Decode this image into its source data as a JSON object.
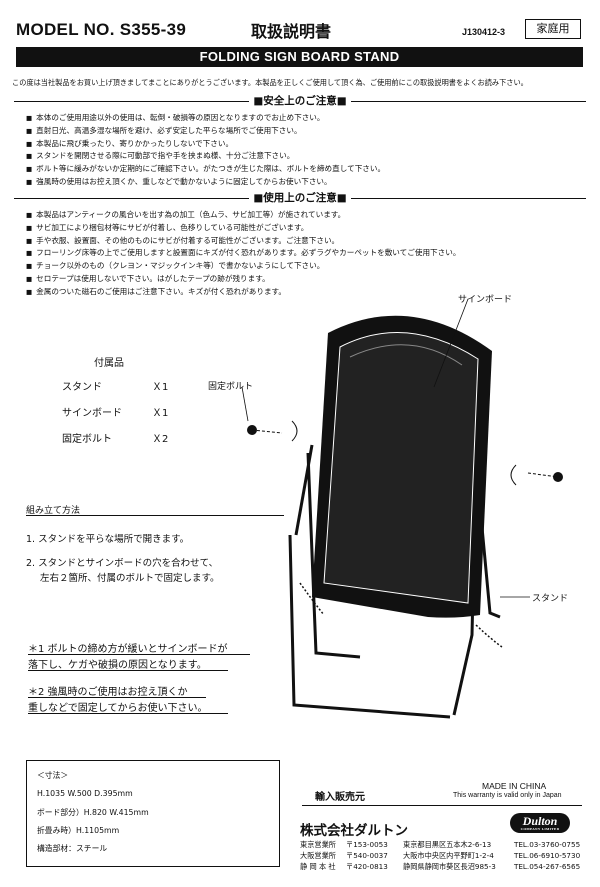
{
  "header": {
    "model": "MODEL NO. S355-39",
    "doc_title": "取扱説明書",
    "code": "J130412-3",
    "badge": "家庭用",
    "product_name": "FOLDING SIGN BOARD STAND"
  },
  "intro": "この度は当社製品をお買い上げ頂きましてまことにありがとうございます。本製品を正しくご使用して頂く為、ご使用前にこの取扱説明書をよくお読み下さい。",
  "safety": {
    "title": "■安全上のご注意■",
    "items": [
      "本体のご使用用途以外の使用は、転倒・破損等の原因となりますのでお止め下さい。",
      "直射日光、高温多湿な場所を避け、必ず安定した平らな場所でご使用下さい。",
      "本製品に飛び乗ったり、寄りかかったりしないで下さい。",
      "スタンドを開閉させる際に可動部で指や手を挟まぬ様、十分ご注意下さい。",
      "ボルト等に緩みがないか定期的にご確認下さい。がたつきが生じた際は、ボルトを締め直して下さい。",
      "強風時の使用はお控え頂くか、重しなどで動かないように固定してからお使い下さい。"
    ]
  },
  "usage": {
    "title": "■使用上のご注意■",
    "items": [
      "本製品はアンティークの風合いを出す為の加工（色ムラ、サビ加工等）が施されています。",
      "サビ加工により梱包材等にサビが付着し、色移りしている可能性がございます。",
      "手や衣服、設置面、その他のものにサビが付着する可能性がございます。ご注意下さい。",
      "フローリング床等の上でご使用しますと設置面にキズが付く恐れがあります。必ずラグやカーペットを敷いてご使用下さい。",
      "チョーク以外のもの（クレヨン・マジックインキ等）で書かないようにして下さい。",
      "セロテープは使用しないで下さい。はがしたテープの跡が残ります。",
      "金属のついた磁石のご使用はご注意下さい。キズが付く恐れがあります。"
    ]
  },
  "accessories": {
    "title": "付属品",
    "items": [
      {
        "name": "スタンド",
        "qty": "Ｘ1"
      },
      {
        "name": "サインボード",
        "qty": "Ｘ1"
      },
      {
        "name": "固定ボルト",
        "qty": "Ｘ2"
      }
    ]
  },
  "diagram_labels": {
    "sign_board": "サインボード",
    "bolt": "固定ボルト",
    "stand": "スタンド"
  },
  "assembly": {
    "title": "組み立て方法",
    "step1": "1. スタンドを平らな場所で開きます。",
    "step2a": "2. スタンドとサインボードの穴を合わせて、",
    "step2b": "左右２箇所、付属のボルトで固定します。"
  },
  "notes": {
    "n1a": "＊1 ボルトの締め方が緩いとサインボードが",
    "n1b": "落下し、ケガや破損の原因となります。",
    "n2a": "＊2 強風時のご使用はお控え頂くか",
    "n2b": "重しなどで固定してからお使い下さい。"
  },
  "dimensions": {
    "label": "＜寸法＞",
    "overall": "H.1035 W.500 D.395mm",
    "board": "ボード部分）H.820 W.415mm",
    "folded": "折畳み時）H.1105mm",
    "material": "構造部材：スチール"
  },
  "footer": {
    "import": "輸入販売元",
    "made_in": "MADE IN CHINA",
    "warranty": "This warranty is valid only in Japan",
    "company": "株式会社ダルトン",
    "logo": "Dulton",
    "logo_sub": "COMPANY LIMITED",
    "offices": [
      {
        "name": "東京営業所",
        "postal": "〒153-0053",
        "address": "東京都目黒区五本木2-6-13",
        "tel": "TEL.03-3760-0755"
      },
      {
        "name": "大阪営業所",
        "postal": "〒540-0037",
        "address": "大阪市中央区内平野町1-2-4",
        "tel": "TEL.06-6910-5730"
      },
      {
        "name": "静 岡 本 社",
        "postal": "〒420-0813",
        "address": "静岡県静岡市葵区長沼985-3",
        "tel": "TEL.054-267-6565"
      }
    ]
  }
}
